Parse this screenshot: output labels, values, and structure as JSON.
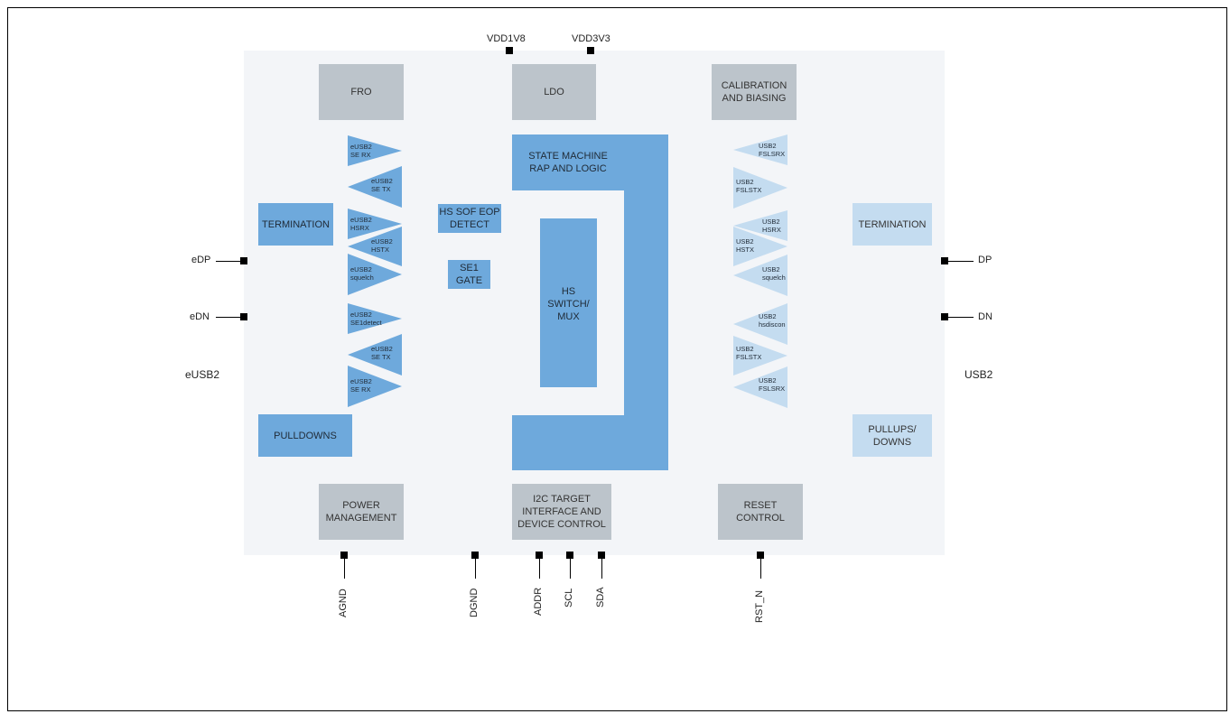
{
  "blocks": {
    "fro": "FRO",
    "ldo": "LDO",
    "calibration": [
      "CALIBRATION",
      "AND BIASING"
    ],
    "termination_left": "TERMINATION",
    "termination_right": "TERMINATION",
    "hs_sof": [
      "HS SOF EOP",
      "DETECT"
    ],
    "se1_gate": [
      "SE1",
      "GATE"
    ],
    "state_machine": [
      "STATE MACHINE",
      "RAP AND LOGIC"
    ],
    "hs_switch": [
      "HS",
      "SWITCH/",
      "MUX"
    ],
    "pulldowns": "PULLDOWNS",
    "pullups": [
      "PULLUPS/",
      "DOWNS"
    ],
    "power": [
      "POWER",
      "MANAGEMENT"
    ],
    "i2c": [
      "I2C TARGET",
      "INTERFACE AND",
      "DEVICE CONTROL"
    ],
    "reset": [
      "RESET",
      "CONTROL"
    ]
  },
  "pins": {
    "vdd1v8": "VDD1V8",
    "vdd3v3": "VDD3V3",
    "edp": "eDP",
    "edn": "eDN",
    "dp": "DP",
    "dn": "DN",
    "agnd": "AGND",
    "dgnd": "DGND",
    "addr": "ADDR",
    "scl": "SCL",
    "sda": "SDA",
    "rst_n": "RST_N"
  },
  "side_labels": {
    "left": "eUSB2",
    "right": "USB2"
  },
  "left_buffers": [
    [
      "eUSB2",
      "SE RX"
    ],
    [
      "eUSB2",
      "SE TX"
    ],
    [
      "eUSB2",
      "HSRX"
    ],
    [
      "eUSB2",
      "HSTX"
    ],
    [
      "eUSB2",
      "squelch"
    ],
    [
      "eUSB2",
      "SE1detect"
    ],
    [
      "eUSB2",
      "SE TX"
    ],
    [
      "eUSB2",
      "SE RX"
    ]
  ],
  "right_buffers": [
    [
      "USB2",
      "FSLSRX"
    ],
    [
      "USB2",
      "FSLSTX"
    ],
    [
      "USB2",
      "HSRX"
    ],
    [
      "USB2",
      "HSTX"
    ],
    [
      "USB2",
      "squelch"
    ],
    [
      "USB2",
      "hsdiscon"
    ],
    [
      "USB2",
      "FSLSTX"
    ],
    [
      "USB2",
      "FSLSRX"
    ]
  ],
  "colors": {
    "gray": "#bcc4cb",
    "blue": "#6ea9dc",
    "light": "#c4dcf0",
    "chip": "#f3f5f8"
  }
}
